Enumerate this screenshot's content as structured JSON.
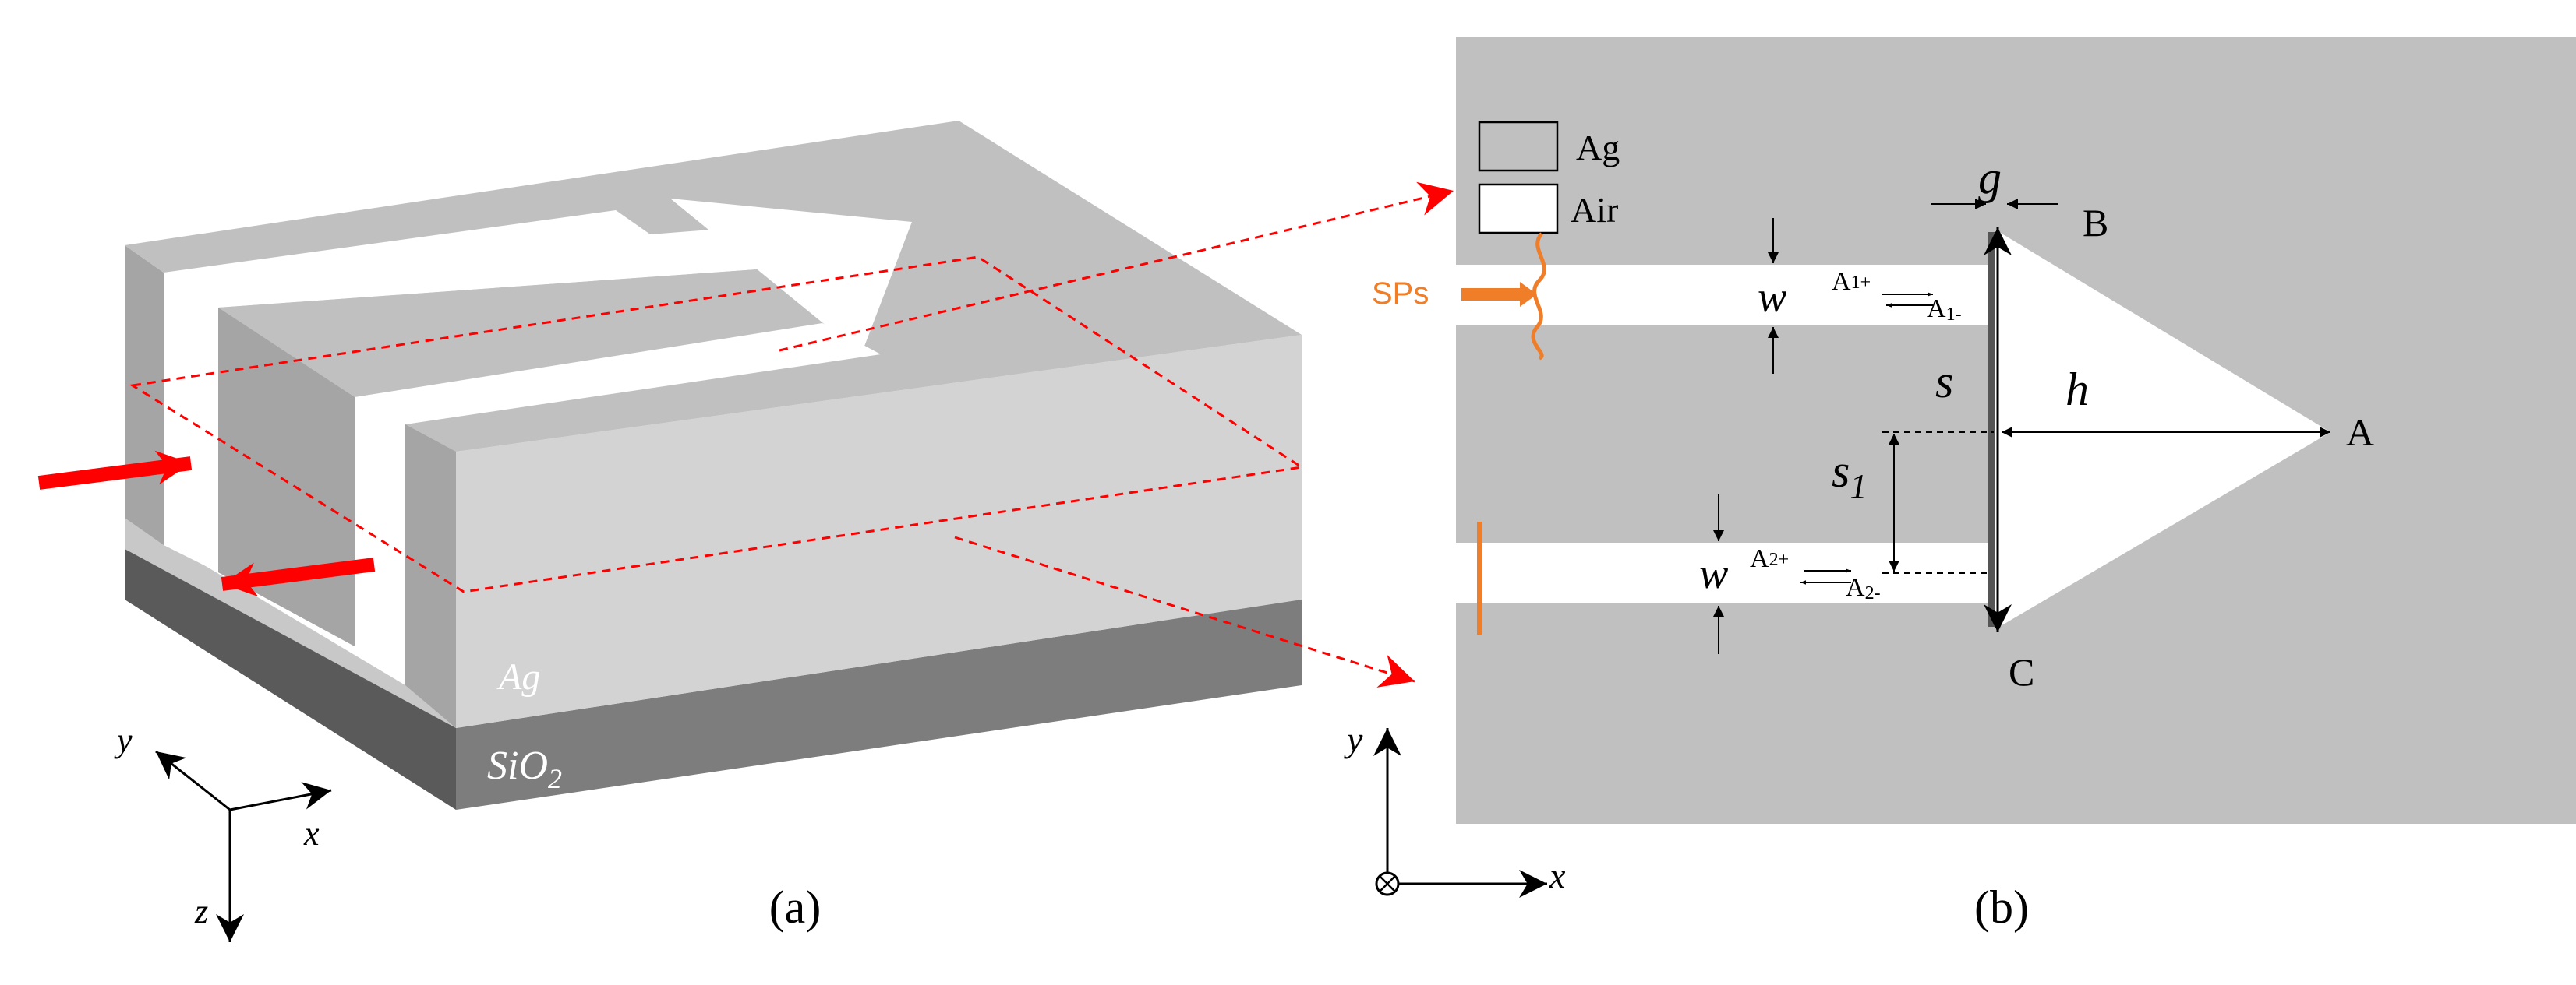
{
  "panel_a": {
    "caption": "(a)",
    "ag_label": "Ag",
    "sio2_label": "SiO",
    "sio2_sub": "2",
    "axis_x": "x",
    "axis_y": "y",
    "axis_z": "z"
  },
  "panel_b": {
    "caption": "(b)",
    "legend_ag": "Ag",
    "legend_air": "Air",
    "sps_label": "SPs",
    "label_g": "g",
    "label_w_top": "w",
    "label_w_bottom": "w",
    "label_s": "s",
    "label_s1": "s",
    "label_s1_sub": "1",
    "label_h": "h",
    "vertex_a": "A",
    "vertex_b": "B",
    "vertex_c": "C",
    "a1_plus": "A",
    "a1_plus_sub": "1+",
    "a1_minus": "A",
    "a1_minus_sub": "1-",
    "a2_plus": "A",
    "a2_plus_sub": "2+",
    "a2_minus": "A",
    "a2_minus_sub": "2-",
    "axis_x": "x",
    "axis_y": "y"
  },
  "colors": {
    "ag": "#c0c0c0",
    "ag_side": "#a5a5a5",
    "ag_front": "#d3d3d3",
    "sio2": "#7d7d7d",
    "air": "#ffffff",
    "red": "#ff0000",
    "orange": "#f07d28",
    "line": "#000000"
  }
}
